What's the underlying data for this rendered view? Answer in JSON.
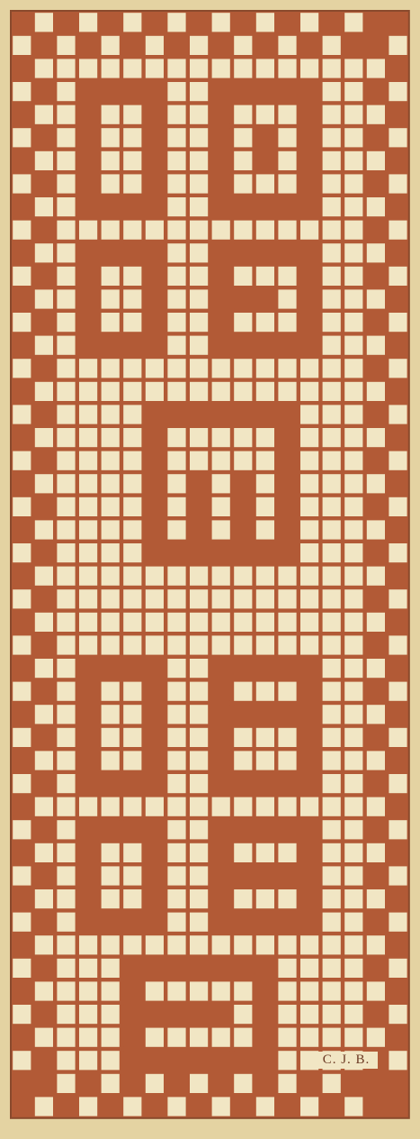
{
  "pattern": {
    "title": "",
    "signature": "C. J. B.",
    "colors": {
      "background": "#e4d3a2",
      "filled": "#b25a36",
      "empty": "#f1e6c4",
      "grid_line": "#8a4a2c"
    },
    "columns": 18,
    "rows": 48,
    "motifs": [
      "border-squares",
      "spiral-o",
      "spiral-b",
      "spiral-p",
      "spiral-k",
      "meander",
      "spiral-b-lower",
      "spiral-p-lower",
      "spiral-e-lower"
    ]
  }
}
